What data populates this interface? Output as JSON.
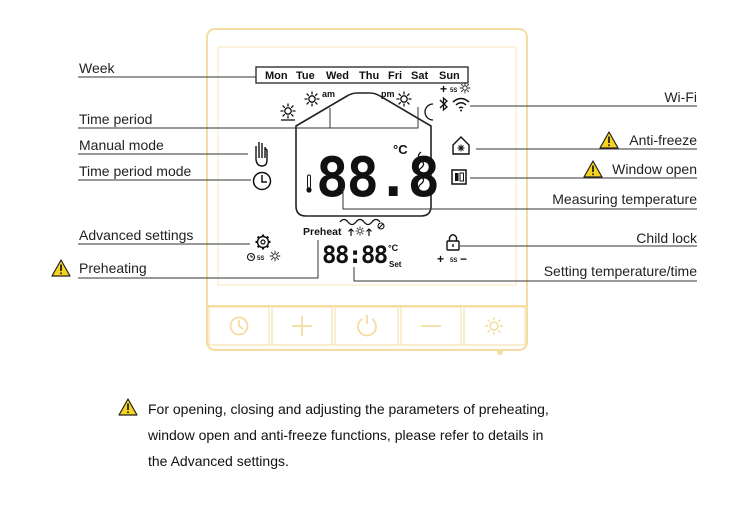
{
  "labels": {
    "week": "Week",
    "time_period": "Time period",
    "manual_mode": "Manual mode",
    "time_period_mode": "Time period mode",
    "advanced_settings": "Advanced settings",
    "preheating": "Preheating",
    "wifi": "Wi-Fi",
    "anti_freeze": "Anti-freeze",
    "window_open": "Window open",
    "measuring_temperature": "Measuring temperature",
    "child_lock": "Child lock",
    "setting_temperature_time": "Setting temperature/time"
  },
  "display": {
    "days": [
      "Mon",
      "Tue",
      "Wed",
      "Thu",
      "Fri",
      "Sat",
      "Sun"
    ],
    "am": "am",
    "pm": "pm",
    "main_temp": "88.8",
    "unit_celsius": "°C",
    "preheat": "Preheat",
    "set_time": "88:88",
    "set": "Set",
    "five_s": "5S",
    "plus": "+",
    "minus": "−"
  },
  "buttons": [
    {
      "id": "clock",
      "icon": "clock-icon"
    },
    {
      "id": "plus",
      "icon": "plus-icon"
    },
    {
      "id": "power",
      "icon": "power-icon"
    },
    {
      "id": "minus",
      "icon": "minus-icon"
    },
    {
      "id": "brightness",
      "icon": "sun-icon"
    }
  ],
  "note": {
    "line1": "For opening, closing and adjusting the parameters of preheating,",
    "line2": "window open and anti-freeze functions, please refer to details in",
    "line3": "the Advanced settings."
  },
  "colors": {
    "frame": "#f5dca0",
    "line": "#333333",
    "warning_fill": "#f7d21e"
  }
}
